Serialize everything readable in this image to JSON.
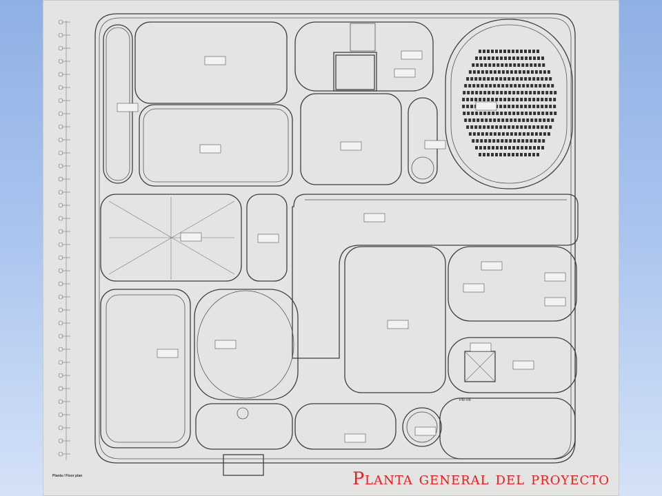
{
  "caption": {
    "small": "Planta / Floor plan",
    "main": "Planta general del proyecto"
  },
  "plan": {
    "corridor_code": "PB-08"
  },
  "colors": {
    "sheet": "#e4e4e2",
    "lines": "#3d3d3d",
    "caption": "#ef1c1c",
    "background_top": "#8fb0e4",
    "background_bottom": "#d4e2f7"
  }
}
